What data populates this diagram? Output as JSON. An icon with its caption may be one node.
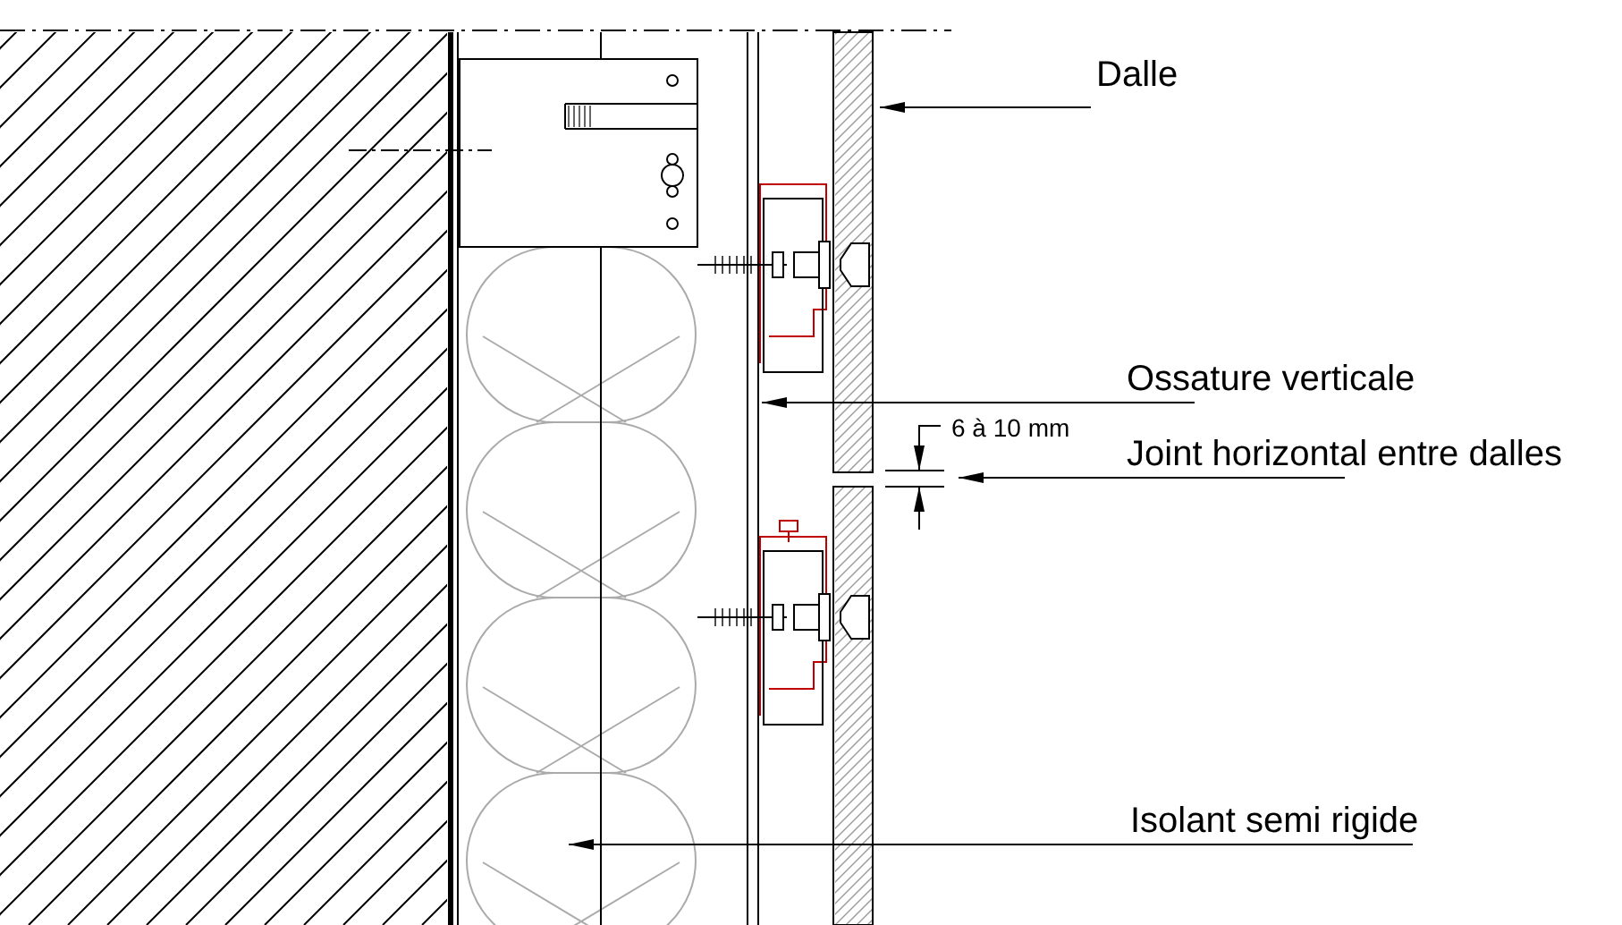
{
  "diagram": {
    "nodes": [
      {
        "text": [
          "Dalle"
        ]
      },
      {
        "text": [
          "Ossature verticale"
        ]
      },
      {
        "text": [
          "Joint horizontal entre dalles"
        ]
      },
      {
        "text": [
          "Isolant semi rigide"
        ]
      }
    ],
    "edges": [
      {
        "from": 0,
        "to": null,
        "arrow": "to"
      },
      {
        "from": 1,
        "to": null,
        "arrow": "to"
      },
      {
        "from": 2,
        "to": null,
        "arrow": "to"
      },
      {
        "from": 3,
        "to": null,
        "arrow": "to"
      }
    ],
    "labels": [
      "6 à 10 mm"
    ]
  }
}
